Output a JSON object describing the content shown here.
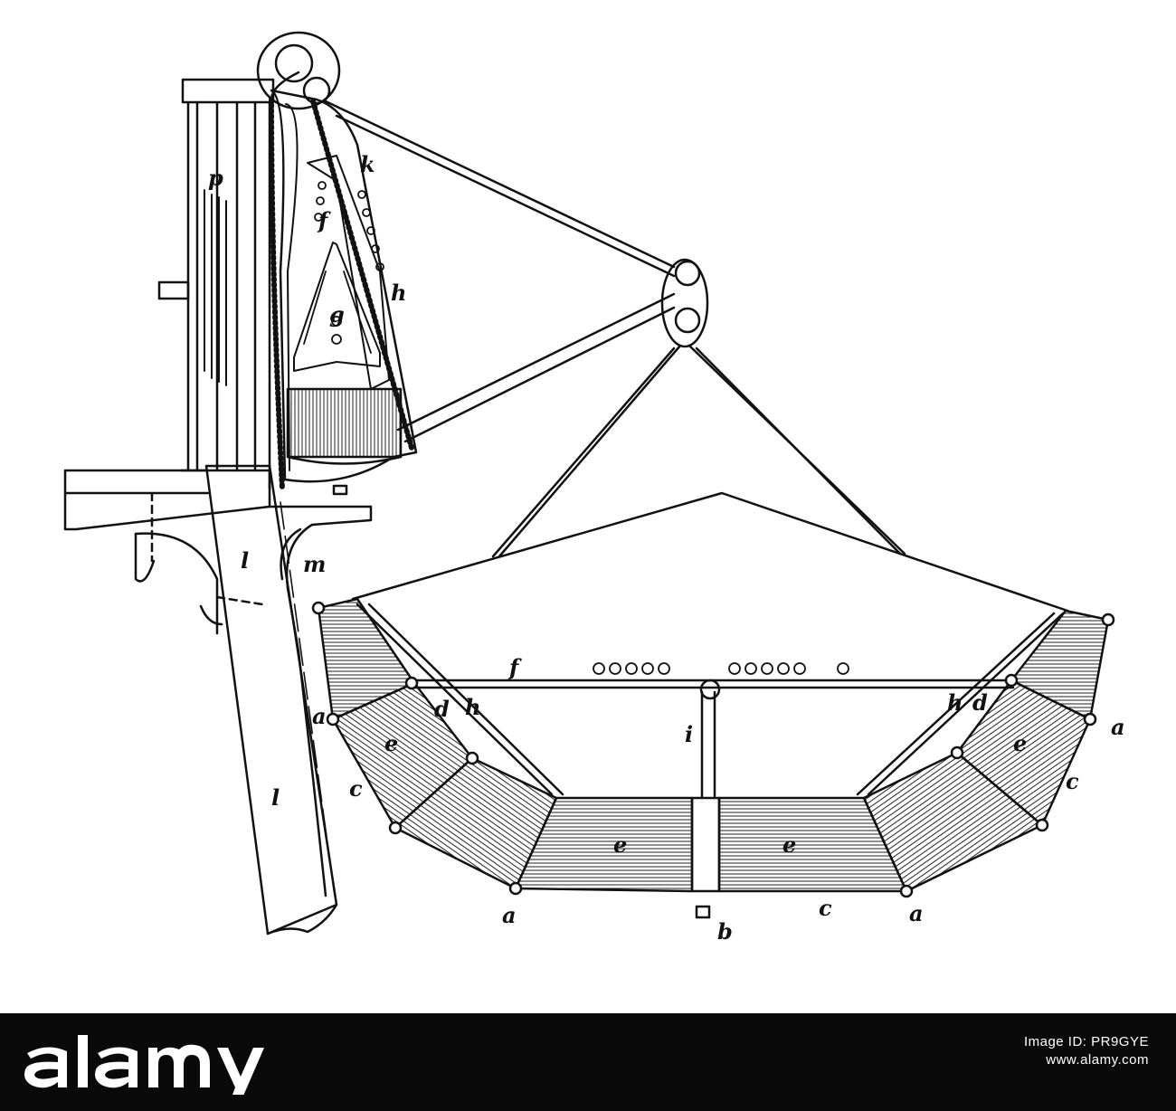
{
  "labels": {
    "p": "p",
    "k": "k",
    "f_top": "f",
    "h_top": "h",
    "g": "g",
    "l_upper": "l",
    "l_lower": "l",
    "m": "m",
    "f_boat": "f",
    "d_left": "d",
    "h_left": "h",
    "i": "i",
    "h_right": "h",
    "d_right": "d",
    "a_left_mid": "a",
    "e_left": "e",
    "c_left": "c",
    "a_left_bottom": "a",
    "e_bottom_left": "e",
    "b": "b",
    "e_bottom_right": "e",
    "c_bottom": "c",
    "a_right_bottom": "a",
    "e_right": "e",
    "a_right_mid": "a",
    "c_right": "c"
  },
  "footer": {
    "watermark": "alamy",
    "image_id_label": "Image ID: PR9GYE",
    "site": "www.alamy.com"
  }
}
